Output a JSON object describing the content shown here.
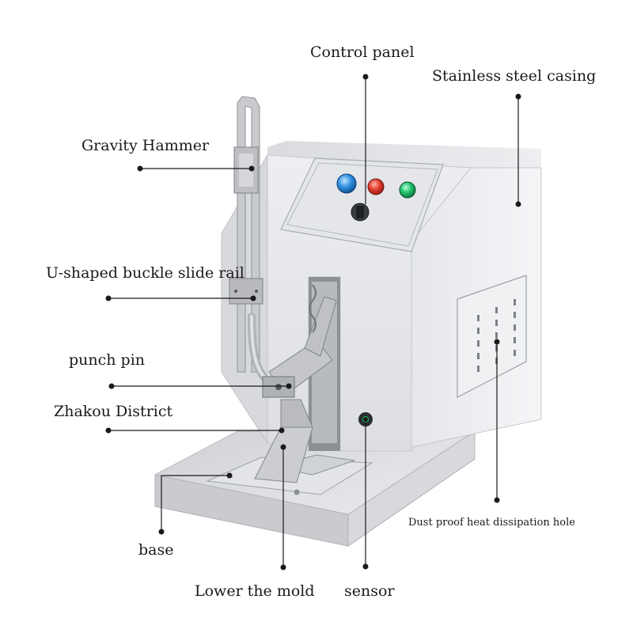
{
  "labels": {
    "control_panel": "Control panel",
    "stainless_steel_casing": "Stainless steel casing",
    "gravity_hammer": "Gravity Hammer",
    "u_shaped_rail": "U-shaped buckle slide rail",
    "punch_pin": "punch pin",
    "zhakou_district": "Zhakou District",
    "dust_proof_hole": "Dust proof heat dissipation hole",
    "base": "base",
    "lower_the_mold": "Lower the mold",
    "sensor": "sensor"
  },
  "colors": {
    "button_blue": "#2f8fe0",
    "button_red": "#e23b2e",
    "button_green": "#1fbf6a",
    "casing": "#e8e9ec",
    "casing_shadow": "#cfd1d6"
  }
}
